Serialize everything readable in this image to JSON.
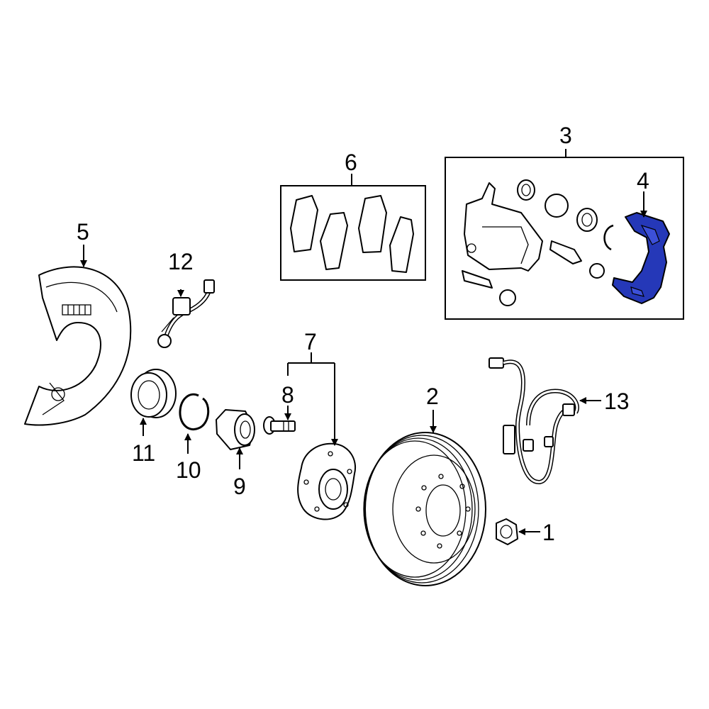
{
  "callouts": {
    "c1": "1",
    "c2": "2",
    "c3": "3",
    "c4": "4",
    "c5": "5",
    "c6": "6",
    "c7": "7",
    "c8": "8",
    "c9": "9",
    "c10": "10",
    "c11": "11",
    "c12": "12",
    "c13": "13"
  },
  "colors": {
    "highlight": "#2538b8",
    "line": "#000000",
    "background": "#ffffff"
  },
  "highlighted_part": "4"
}
